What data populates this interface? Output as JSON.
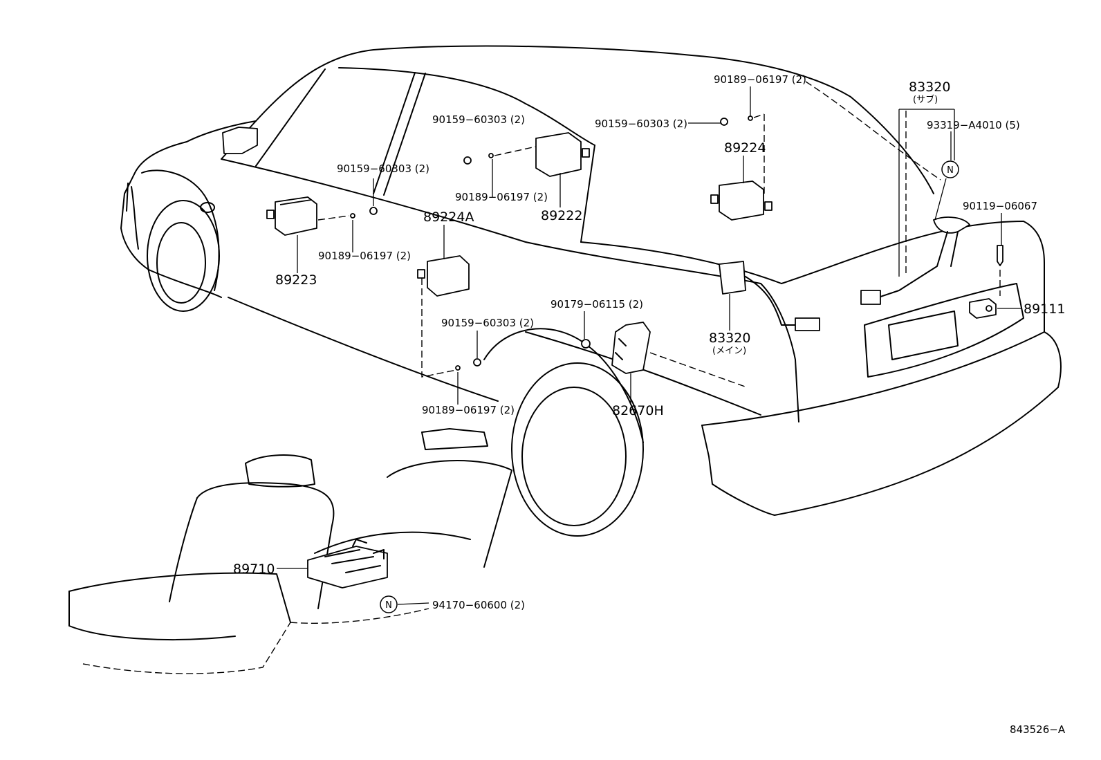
{
  "labels": {
    "p_90189_06197_top": "90189−06197 (2)",
    "p_90159_60303_top": "90159−60303 (2)",
    "p_89224": "89224",
    "p_83320_sub": "83320",
    "p_83320_sub_jp": "(サブ)",
    "p_93319": "93319−A4010 (5)",
    "p_90119": "90119−06067",
    "p_89111": "89111",
    "p_90159_60303_mid": "90159−60303 (2)",
    "p_90159_60303_left": "90159−60303 (2)",
    "p_90189_06197_mid": "90189−06197 (2)",
    "p_89224A": "89224A",
    "p_89222": "89222",
    "p_90189_06197_left": "90189−06197 (2)",
    "p_89223": "89223",
    "p_90179": "90179−06115 (2)",
    "p_90159_60303_low": "90159−60303 (2)",
    "p_83320_main": "83320",
    "p_83320_main_jp": "(メイン)",
    "p_82670H": "82670H",
    "p_90189_06197_low": "90189−06197 (2)",
    "p_89710": "89710",
    "p_94170": "94170−60600 (2)",
    "n_marker_1": "N",
    "n_marker_2": "N",
    "drawing_number": "843526−A"
  },
  "colors": {
    "line": "#000000",
    "background": "#ffffff"
  }
}
